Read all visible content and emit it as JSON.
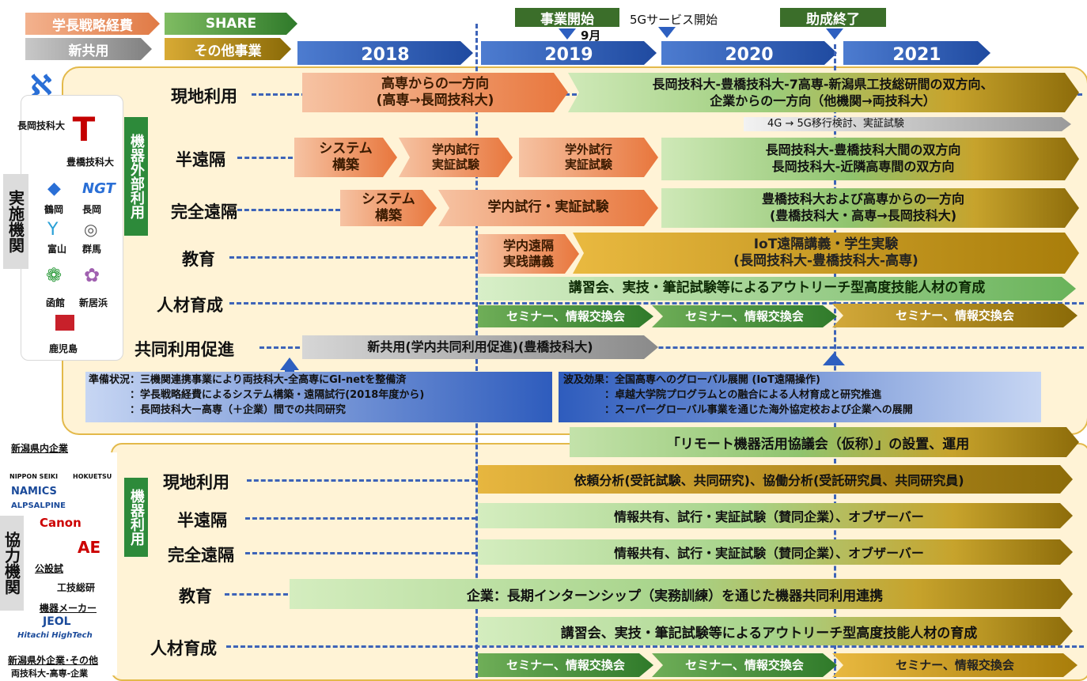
{
  "legend": {
    "president_budget": "学長戦略経費",
    "new_shared": "新共用",
    "share": "SHARE",
    "other_projects": "その他事業"
  },
  "years": [
    "2018",
    "2019",
    "2020",
    "2021"
  ],
  "milestones": {
    "project_start": "事業開始",
    "september": "9月",
    "fiveg_start": "5Gサービス開始",
    "grant_end": "助成終了"
  },
  "side": {
    "implementing": "実施機関",
    "external_use": "機器外部利用",
    "cooperating": "協力機関",
    "equipment_use": "機器利用"
  },
  "implementing_logos": {
    "nagaoka": "長岡技科大",
    "toyohashi": "豊橋技科大",
    "tsuruoka": "鶴岡",
    "nagaoka_kosen": "長岡",
    "toyama": "富山",
    "gunma": "群馬",
    "hakodate": "函館",
    "niihama": "新居浜",
    "kagoshima": "鹿児島"
  },
  "cooperating_logos": {
    "niigata_companies": "新潟県内企業",
    "nippon_seiki": "NIPPON SEIKI",
    "hokuetsu": "HOKUETSU",
    "namics": "NAMICS",
    "alps": "ALPSALPINE",
    "canon": "Canon",
    "ae": "AE",
    "public_lab": "公設試",
    "tech_lab": "工技総研",
    "makers": "機器メーカー",
    "jeol": "JEOL",
    "hitachi": "Hitachi HighTech",
    "outside": "新潟県外企業･その他",
    "bottom": "両技科大-高専-企業"
  },
  "top_rows": {
    "local_use": "現地利用",
    "semi_remote": "半遠隔",
    "full_remote": "完全遠隔",
    "education": "教育",
    "hr_dev": "人材育成",
    "joint_use": "共同利用促進"
  },
  "top_bars": {
    "local_1": "高専からの一方向\n(高専→長岡技科大)",
    "local_2": "長岡技科大-豊橋技科大-7高専-新潟県工技総研間の双方向、\n企業からの一方向（他機関→両技科大）",
    "fiveg_note": "4G → 5G移行検討、実証試験",
    "semi_1": "システム\n構築",
    "semi_2": "学内試行\n実証試験",
    "semi_3": "学外試行\n実証試験",
    "semi_4": "長岡技科大-豊橋技科大間の双方向\n長岡技科大-近隣高専間の双方向",
    "full_1": "システム\n構築",
    "full_2": "学内試行・実証試験",
    "full_3": "豊橋技科大および高専からの一方向\n(豊橋技科大・高専→長岡技科大)",
    "edu_1": "学内遠隔\n実践講義",
    "edu_2": "IoT遠隔講義・学生実験\n(長岡技科大-豊橋技科大-高専)",
    "hr_1": "講習会、実技・筆記試験等によるアウトリーチ型高度技能人材の育成",
    "seminar": "セミナー、情報交換会",
    "joint_1": "新共用(学内共同利用促進)(豊橋技科大)"
  },
  "notes": {
    "prep": "準備状況：三機関連携事業により両技科大-全高専にGI-netを整備済\n　　　　：学長戦略経費によるシステム構築・遠隔試行(2018年度から)\n　　　　：長岡技科大ー高専（＋企業）間での共同研究",
    "effect": "波及効果：全国高専へのグローバル展開 (IoT遠隔操作)\n　　　　：卓越大学院プログラムとの融合による人材育成と研究推進\n　　　　：スーパーグローバル事業を通じた海外協定校および企業への展開",
    "council": "「リモート機器活用協議会（仮称）」の設置、運用"
  },
  "bottom_rows": {
    "local_use": "現地利用",
    "semi_remote": "半遠隔",
    "full_remote": "完全遠隔",
    "education": "教育",
    "hr_dev": "人材育成"
  },
  "bottom_bars": {
    "local": "依頼分析(受託試験、共同研究)、協働分析(受託研究員、共同研究員)",
    "semi": "情報共有、試行・実証試験（賛同企業）、オブザーバー",
    "full": "情報共有、試行・実証試験（賛同企業）、オブザーバー",
    "edu": "企業：長期インターンシップ（実務訓練）を通じた機器共同利用連携",
    "hr": "講習会、実技・筆記試験等によるアウトリーチ型高度技能人材の育成",
    "seminar": "セミナー、情報交換会"
  }
}
